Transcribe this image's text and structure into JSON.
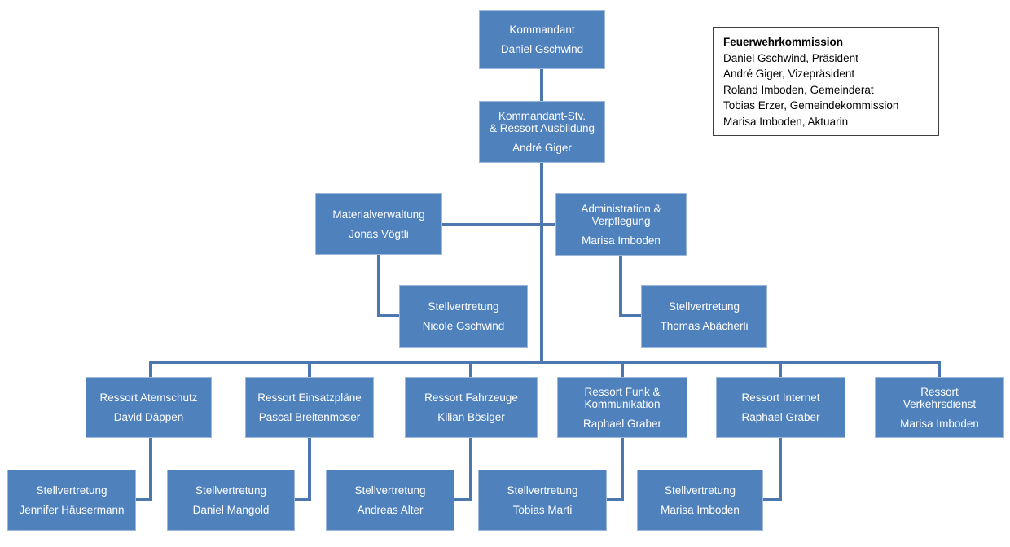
{
  "colors": {
    "background": "#ffffff",
    "box_fill": "#4F81BD",
    "box_border": "#9CB9DD",
    "box_text": "#ffffff",
    "connector": "#4C77AF",
    "commission_bg": "#ffffff",
    "commission_border": "#3F3F3F",
    "commission_text": "#000000"
  },
  "commission": {
    "title": "Feuerwehrkommission",
    "members": [
      "Daniel Gschwind, Präsident",
      "André Giger, Vizepräsident",
      "Roland Imboden, Gemeinderat",
      "Tobias Erzer, Gemeindekommission",
      "Marisa Imboden, Aktuarin"
    ]
  },
  "nodes": {
    "kommandant": {
      "title": "Kommandant",
      "name": "Daniel Gschwind"
    },
    "kommandant_stv": {
      "title_line1": "Kommandant-Stv.",
      "title_line2": "& Ressort Ausbildung",
      "name": "André Giger"
    },
    "materialverwaltung": {
      "title": "Materialverwaltung",
      "name": "Jonas Vögtli"
    },
    "administration": {
      "title_line1": "Administration &",
      "title_line2": "Verpflegung",
      "name": "Marisa Imboden"
    },
    "stv_materialverwaltung": {
      "title": "Stellvertretung",
      "name": "Nicole Gschwind"
    },
    "stv_administration": {
      "title": "Stellvertretung",
      "name": "Thomas Abächerli"
    },
    "atemschutz": {
      "title": "Ressort Atemschutz",
      "name": "David Däppen"
    },
    "einsatzplaene": {
      "title": "Ressort Einsatzpläne",
      "name": "Pascal Breitenmoser"
    },
    "fahrzeuge": {
      "title": "Ressort Fahrzeuge",
      "name": "Kilian Bösiger"
    },
    "funk_kommunikation": {
      "title_line1": "Ressort Funk &",
      "title_line2": "Kommunikation",
      "name": "Raphael Graber"
    },
    "internet": {
      "title": "Ressort Internet",
      "name": "Raphael Graber"
    },
    "verkehrsdienst": {
      "title_line1": "Ressort",
      "title_line2": "Verkehrsdienst",
      "name": "Marisa Imboden"
    },
    "stv_atemschutz": {
      "title": "Stellvertretung",
      "name": "Jennifer Häusermann"
    },
    "stv_einsatzplaene": {
      "title": "Stellvertretung",
      "name": "Daniel Mangold"
    },
    "stv_fahrzeuge": {
      "title": "Stellvertretung",
      "name": "Andreas Alter"
    },
    "stv_funk_kommunikation": {
      "title": "Stellvertretung",
      "name": "Tobias Marti"
    },
    "stv_internet": {
      "title": "Stellvertretung",
      "name": "Marisa Imboden"
    }
  }
}
